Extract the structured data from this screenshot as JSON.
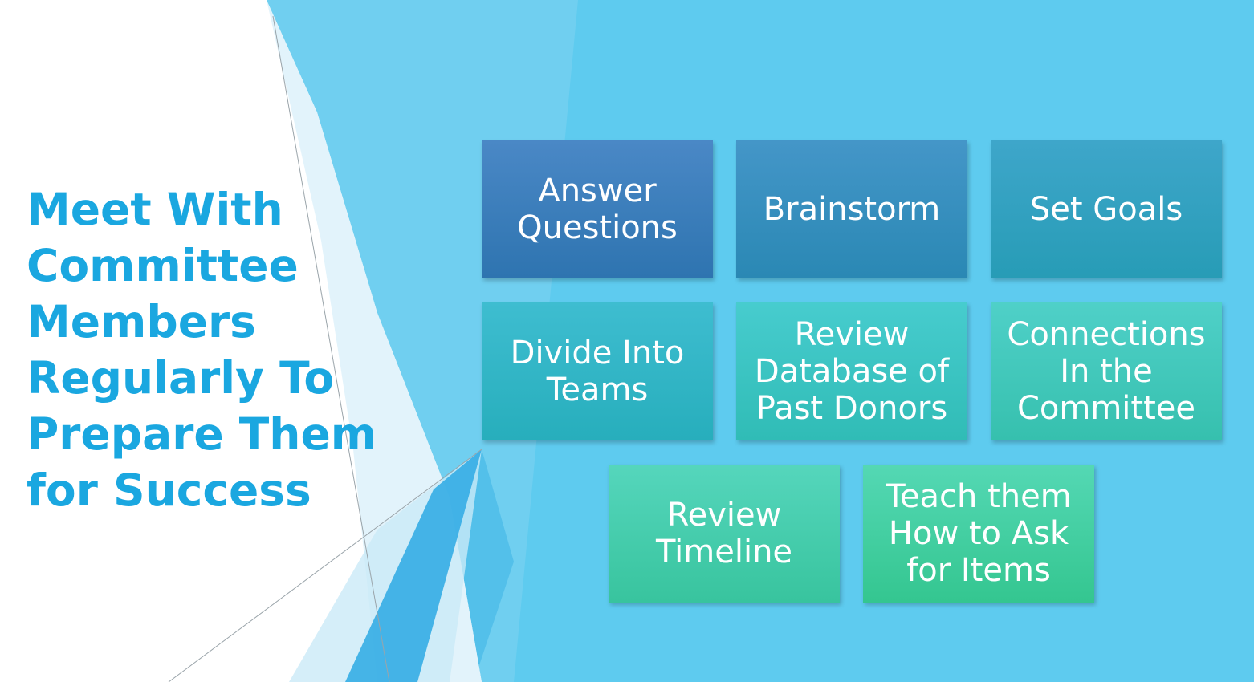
{
  "slide": {
    "title_lines": [
      "Meet With",
      "Committee",
      "Members",
      "Regularly To",
      "Prepare Them",
      "for Success"
    ],
    "tiles": [
      {
        "lines": [
          "Answer",
          "Questions"
        ]
      },
      {
        "lines": [
          "Brainstorm"
        ]
      },
      {
        "lines": [
          "Set Goals"
        ]
      },
      {
        "lines": [
          "Divide Into",
          "Teams"
        ]
      },
      {
        "lines": [
          "Review",
          "Database of",
          "Past Donors"
        ]
      },
      {
        "lines": [
          "Connections",
          "In the",
          "Committee"
        ]
      },
      {
        "lines": [
          "Review",
          "Timeline"
        ]
      },
      {
        "lines": [
          "Teach them",
          "How to Ask",
          "for Items"
        ]
      }
    ]
  },
  "colors": {
    "background": "#5ecbef",
    "title": "#1aa7e0",
    "tile_text": "#ffffff"
  }
}
